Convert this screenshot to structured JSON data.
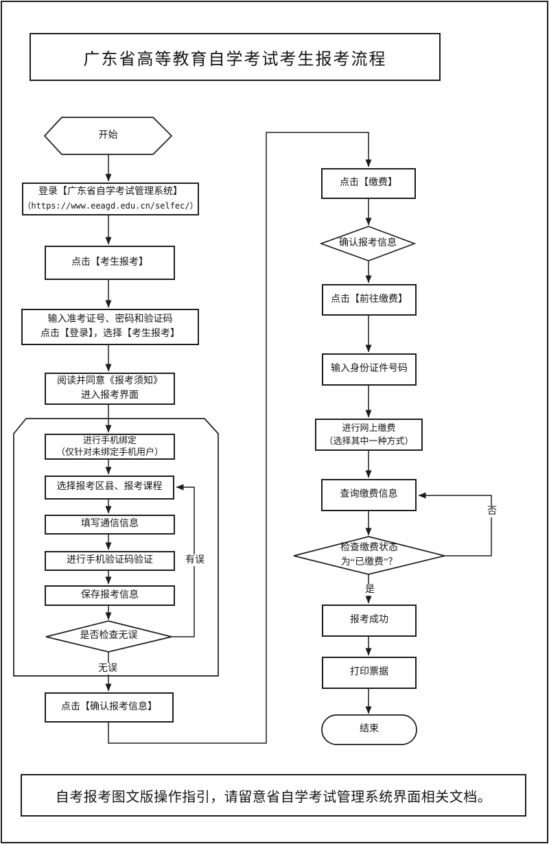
{
  "page": {
    "title": "广东省高等教育自学考试考生报考流程",
    "footer_note": "自考报考图文版操作指引，请留意省自学考试管理系统界面相关文档。"
  },
  "flow": {
    "nodes": {
      "start": {
        "label": "开始"
      },
      "login": {
        "label": "登录【广东省自学考试管理系统】",
        "url": "（https://www.eeagd.edu.cn/selfec/）"
      },
      "click_register": {
        "label": "点击【考生报考】"
      },
      "input_credentials": {
        "label": "输入准考证号、密码和验证码\n点击【登录】，选择【考生报考】"
      },
      "read_notice": {
        "label": "阅读并同意《报考须知》\n进入报考界面"
      },
      "bind_phone": {
        "label": "进行手机绑定\n（仅针对未绑定手机用户）"
      },
      "select_district_courses": {
        "label": "选择报考区县、报考课程"
      },
      "fill_contact": {
        "label": "填写通信信息"
      },
      "sms_verify": {
        "label": "进行手机验证码验证"
      },
      "save_info": {
        "label": "保存报考信息"
      },
      "check_correct": {
        "label": "是否检查无误"
      },
      "confirm_info": {
        "label": "点击【确认报考信息】"
      },
      "click_pay": {
        "label": "点击【缴费】"
      },
      "confirm_reg_info": {
        "label": "确认报考信息"
      },
      "goto_pay": {
        "label": "点击【前往缴费】"
      },
      "input_id": {
        "label": "输入身份证件号码"
      },
      "online_pay": {
        "label": "进行网上缴费\n（选择其中一种方式）"
      },
      "query_pay": {
        "label": "查询缴费信息"
      },
      "pay_status": {
        "label": "检查缴费状态\n为“已缴费”？"
      },
      "success": {
        "label": "报考成功"
      },
      "print_receipt": {
        "label": "打印票据"
      },
      "end": {
        "label": "结束"
      }
    },
    "edge_labels": {
      "error": "有误",
      "ok": "无误",
      "no": "否",
      "yes": "是"
    }
  }
}
